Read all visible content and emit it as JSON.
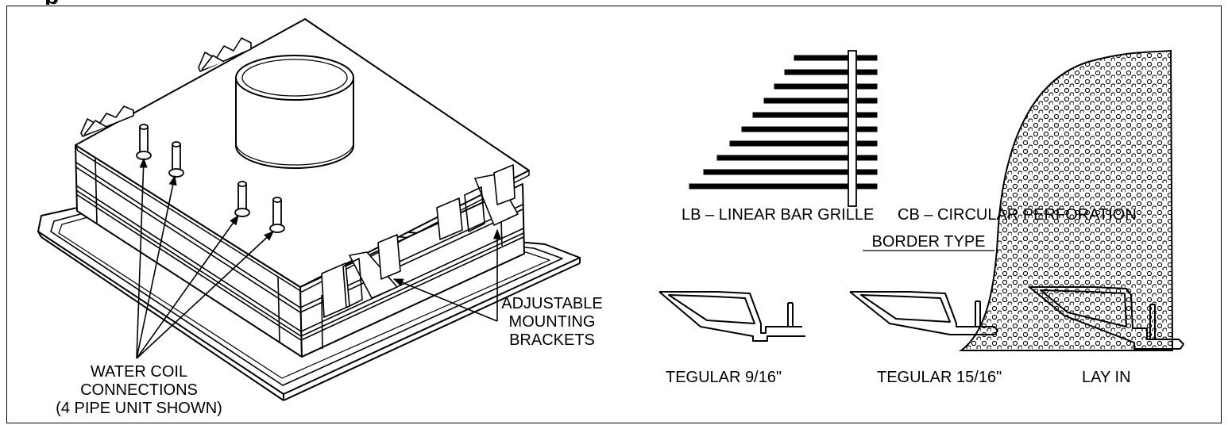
{
  "header_fragment": "p",
  "callouts": {
    "water_coil": [
      "WATER COIL",
      "CONNECTIONS",
      "(4 PIPE UNIT SHOWN)"
    ],
    "brackets": [
      "ADJUSTABLE",
      "MOUNTING",
      "BRACKETS"
    ]
  },
  "face_types": {
    "linear_bar": "LB – LINEAR BAR GRILLE",
    "circular_perforation": "CB – CIRCULAR PERFORATION"
  },
  "border_type": {
    "heading": "BORDER TYPE",
    "options": [
      "TEGULAR 9/16\"",
      "TEGULAR 15/16\"",
      "LAY IN"
    ]
  }
}
